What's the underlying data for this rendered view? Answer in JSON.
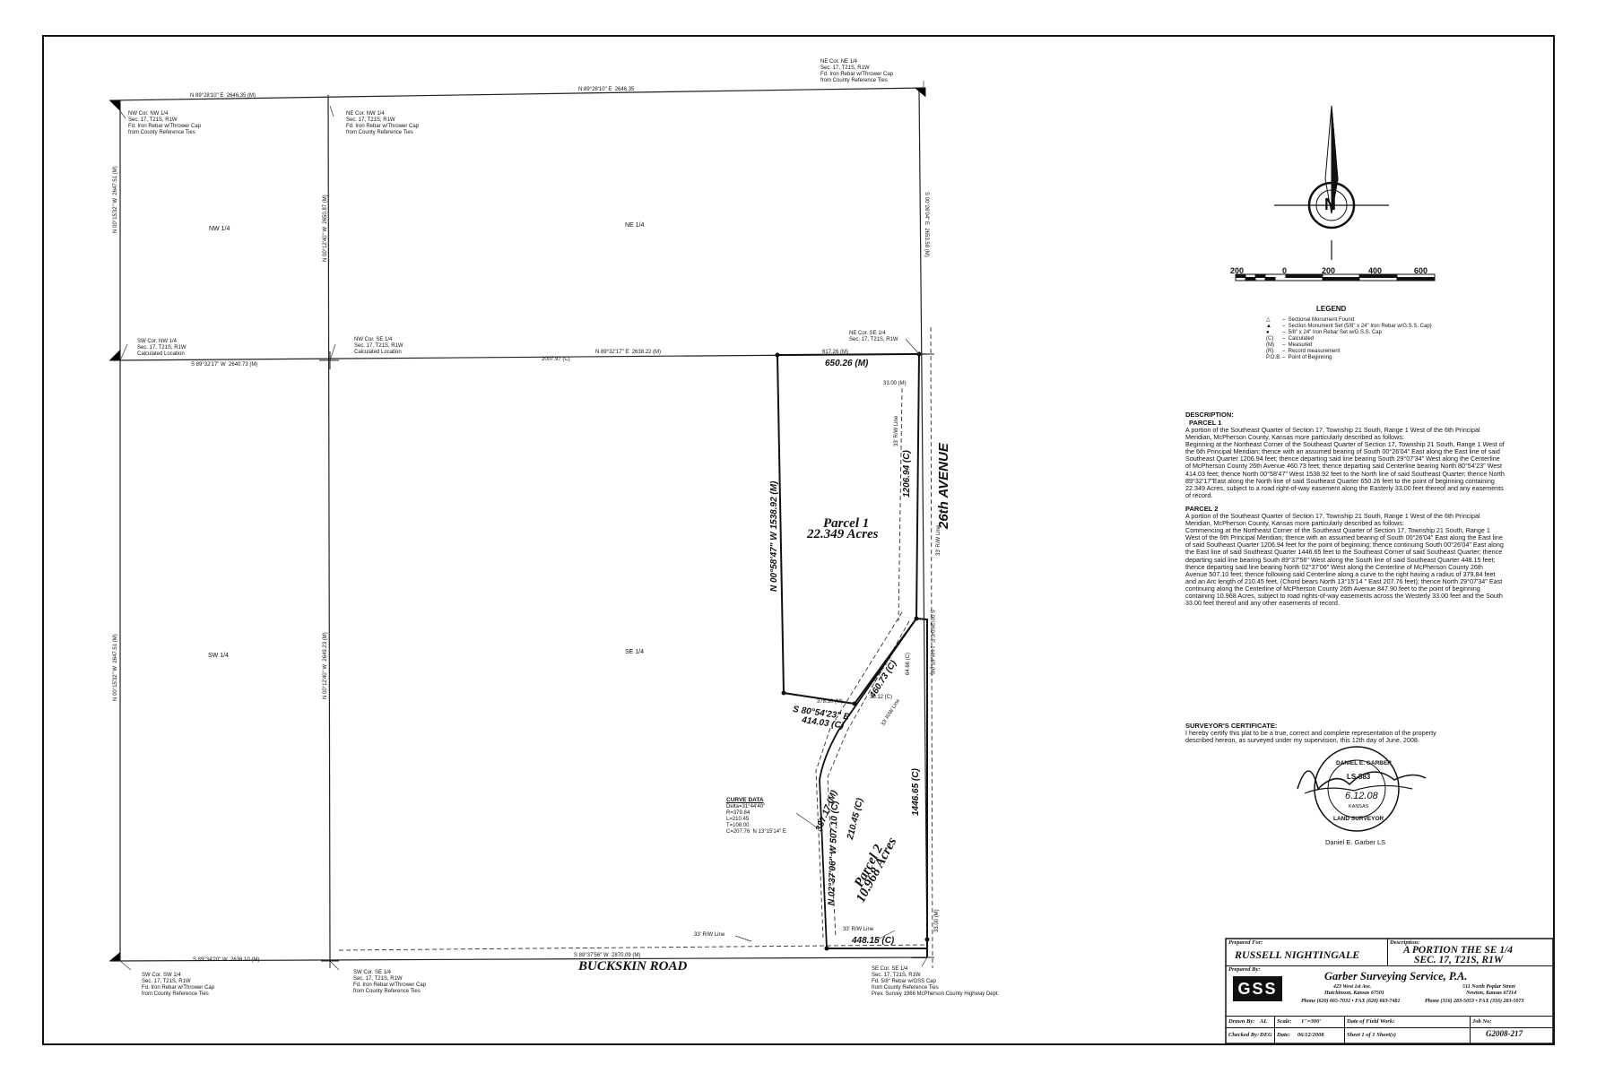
{
  "corner_notes": {
    "ne_cor_ne": "NE Cor. NE 1/4\nSec. 17, T21S, R1W\nFd. Iron Rebar w/Thrower Cap\nfrom County Reference Ties",
    "nw_cor_nw": "NW Cor. NW 1/4\nSec. 17, T21S, R1W\nFd. Iron Rebar w/Thrower Cap\nfrom County Reference Ties",
    "ne_cor_nw": "NE Cor. NW 1/4\nSec. 17, T21S, R1W\nFd. Iron Rebar w/Thrower Cap\nfrom County Reference Ties",
    "sw_cor_nw": "SW Cor. NW 1/4\nSec. 17, T21S, R1W\nCalculated Location",
    "nw_cor_se": "NW Cor. SE 1/4\nSec. 17, T21S, R1W\nCalculated Location",
    "ne_cor_se": "NE Cor. SE 1/4\nSec. 17, T21S, R1W",
    "sw_cor_sw": "SW Cor. SW 1/4\nSec. 17, T21S, R1W\nFd. Iron Rebar w/Thrower Cap\nfrom County Reference Ties",
    "sw_cor_se": "SW Cor. SE 1/4\nSec. 17, T21S, R1W\nFd. Iron Rebar w/Thrower Cap\nfrom County Reference Ties",
    "se_cor_se": "SE Cor. SE 1/4\nSec. 17, T21S, R1W\nFd. 5/8\" Rebar w/GSS Cap\nfrom County Reference Ties\nPrev. Survey 1966 McPherson County Highway Dept."
  },
  "quarters": {
    "nw": "NW 1/4",
    "ne": "NE 1/4",
    "sw": "SW 1/4",
    "se": "SE 1/4"
  },
  "bearings": {
    "north_left": "N 89°28'10\" E  2646.35 (M)",
    "north_right": "N 89°28'10\" E  2646.35",
    "mid_left": "S 89°32'17\" W  2640.73 (M)",
    "mid_center": "2007.97 (C)",
    "mid_right": "N 89°32'17\" E  2638.22 (M)",
    "south_left": "S 89°34'20\" W  2638.10 (M)",
    "south_right": "S 89°37'56\" W  2870.09 (M)",
    "west_upper": "N 00°15'32\" W  2647.51 (M)",
    "west_lower": "N 00°15'32\" W  2647.51 (M)",
    "center_upper": "N 00°12'40\" W  2650.87 (M)",
    "center_lower": "N 00°12'40\" W  2649.23 (M)",
    "east_upper": "S 00°26'04\" E  2653.58 (M)",
    "east_lower": "S 00°26'04\" E  1446.65 (M)",
    "p1_north_m": "617.26 (M)",
    "p1_north": "650.26 (M)",
    "p1_west": "N 00°58'47\" W  1538.92 (M)",
    "p1_south_small": "378.30 (M)",
    "p1_south_b1": "S 80°54'23\" E",
    "p1_south_b2": "414.03 (C)",
    "p1_east": "1206.94 (C)",
    "diag_460": "460.73 (C)",
    "rw_33": "33.00 (M)",
    "rw_33b": "33.00 (M)",
    "small_3512": "35.12 (C)",
    "small_6466": "64.66 (C)",
    "diag_38717": "387.17 (M)",
    "diag_21045": "210.45 (C)",
    "diag_50710": "N 02°37'06\" W  507.10 (C)",
    "east_1446": "1446.65 (C)",
    "south_448": "448.15 (C)",
    "rw_line_1": "33' R/W Line",
    "rw_line_2": "33' R/W Line",
    "rw_line_3": "33' R/W Line",
    "rw_line_4": "33' R/W Line",
    "rw_line_5": "33' R/W Line",
    "rw_line_6": "33' R/W Line"
  },
  "parcels": {
    "p1_name": "Parcel 1",
    "p1_acres": "22.349 Acres",
    "p2_name": "Parcel 2",
    "p2_acres": "10.968 Acres"
  },
  "roads": {
    "east": "26th AVENUE",
    "south": "BUCKSKIN ROAD"
  },
  "curve": {
    "title": "CURVE DATA",
    "lines": "Delta=31°44'40\"\nR=379.84\nL=210.45\nT=108.00\nC=207.76  N 13°15'14\" E"
  },
  "scale_bar": {
    "labels": [
      "200",
      "0",
      "200",
      "400",
      "600"
    ],
    "north_letter": "N"
  },
  "legend": {
    "title": "LEGEND",
    "items": [
      {
        "sym": "△",
        "text": "Sectional Monument Found"
      },
      {
        "sym": "▲",
        "text": "Section Monument Set (5/8\" x 24\" Iron Rebar w/G.S.S. Cap)"
      },
      {
        "sym": "●",
        "text": "5/8\" x 24\" Iron Rebar Set w/G.S.S. Cap"
      },
      {
        "sym": "(C)",
        "text": "Calculated"
      },
      {
        "sym": "(M)",
        "text": "Measured"
      },
      {
        "sym": "(R)",
        "text": "Record measurement"
      },
      {
        "sym": "P.O.B.",
        "text": "Point of Beginning"
      }
    ]
  },
  "description": {
    "heading": "DESCRIPTION:",
    "p1_heading": "PARCEL 1",
    "p1_text1": "     A portion of the Southeast Quarter of Section 17, Township 21 South, Range 1 West of the 6th Principal Meridian, McPherson County, Kansas more particularly described as follows:",
    "p1_text2": "     Beginning at the Northeast Corner of the Southeast Quarter of Section 17, Township 21 South, Range 1 West of the 6th Principal Meridian; thence with an assumed bearing of South 00°26'04\" East along the East line of said Southeast Quarter 1206.94 feet; thence departing said line bearing South 29°07'34\" West along the Centerline of McPherson County 26th Avenue 460.73 feet; thence departing said Centerline bearing North 80°54'23\" West 414.03 feet; thence North 00°58'47\" West 1538.92 feet to the North line of said Southeast Quarter; thence North 89°32'17\"East along the North line of said Southeast Quarter 650.26 feet to the point of beginning containing 22.349 Acres, subject to a road right-of-way easement along the Easterly 33.00 feet thereof and any easements of record.",
    "p2_heading": "PARCEL 2",
    "p2_text1": "     A portion of the Southeast Quarter of Section 17, Township 21 South, Range 1 West of the 6th Principal Meridian, McPherson County, Kansas more particularly described as follows:",
    "p2_text2": "     Commencing at the Northeast Corner of the Southeast Quarter of Section 17, Township 21 South, Range 1 West of the 6th Principal Meridian; thence with an assumed bearing of South 00°26'04\" East along the East line of said Southeast Quarter 1206.94 feet for the point of beginning; thence continuing South 00°26'04\" East along the East line of said Southeast Quarter 1446.65 feet to the Southeast Corner of said Southeast Quarter; thence departing said line bearing South 89°37'56\" West along the South line of said Southeast Quarter 448.15 feet; thence departing said line bearing North 02°37'06\" West along the Centerline of McPherson County 26th Avenue 507.10 feet; thence following said Centerline along a curve to the right having a radius of 379.84 feet and an Arc length of 210.45 feet, (Chord bears North 13°15'14 \" East 207.76 feet); thence North 29°07'34\" East continuing along the Centerline of McPherson County 26th Avenue 847.90 feet to the point of beginning containing 10.968 Acres, subject to road rights-of-way easements across the Westerly 33.00 feet and the South 33.00 feet thereof and any other easements of record."
  },
  "certificate": {
    "heading": "SURVEYOR'S CERTIFICATE:",
    "text": "     I hereby certify this plat to be a true, correct and complete representation of the property described hereon, as surveyed under my supervision, this 12th day of June, 2008.",
    "signer": "Daniel E. Garber  LS",
    "seal_name": "DANIEL E. GARBER",
    "seal_ls": "LS-883",
    "seal_date": "6.12.08",
    "seal_state": "KANSAS",
    "seal_bottom": "LAND SURVEYOR"
  },
  "title_block": {
    "prepared_for_label": "Prepared For:",
    "client": "RUSSELL NIGHTINGALE",
    "description_label": "Description:",
    "desc_line1": "A PORTION THE SE 1/4",
    "desc_line2": "SEC. 17, T21S, R1W",
    "prepared_by_label": "Prepared By:",
    "logo": "GSS",
    "company": "Garber Surveying Service, P.A.",
    "addr1_street": "423 West 1st Ave.",
    "addr1_city": "Hutchinson, Kansas 67501",
    "addr1_phone": "Phone (620) 665-7032 • FAX (620) 663-7481",
    "addr2_street": "511 North Poplar Street",
    "addr2_city": "Newton, Kansas 67114",
    "addr2_phone": "Phone (316) 283-5053 • FAX (316) 283-5073",
    "drawn_label": "Drawn By:",
    "drawn_val": "AL",
    "scale_label": "Scale:",
    "scale_val": "1\"=300'",
    "field_label": "Date of Field Work:",
    "field_val": "",
    "job_label": "Job No:",
    "job_val": "G2008-217",
    "checked_label": "Checked By:",
    "checked_val": "DEG",
    "date_label": "Date:",
    "date_val": "06/12/2008",
    "sheet_val": "Sheet 1 of 1 Sheet(s)"
  }
}
